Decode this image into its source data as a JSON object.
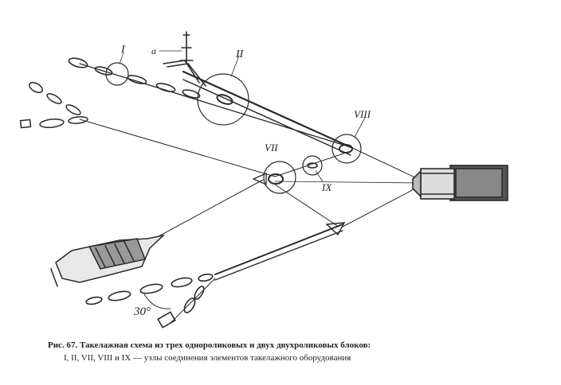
{
  "figure": {
    "caption_line1": "Рис. 67. Такелажная схема из трех однороликовых и двух двухроликовых блоков:",
    "caption_line2": "I, II, VII, VIII и IX — узлы соединения элементов такелажного оборудования"
  },
  "labels": {
    "node_1": "I",
    "node_2": "II",
    "node_7": "VII",
    "node_8": "VIII",
    "node_9": "IX",
    "mark_a": "a",
    "angle": "30°"
  },
  "colors": {
    "ink": "#2a2a2a",
    "paper": "#ffffff"
  }
}
